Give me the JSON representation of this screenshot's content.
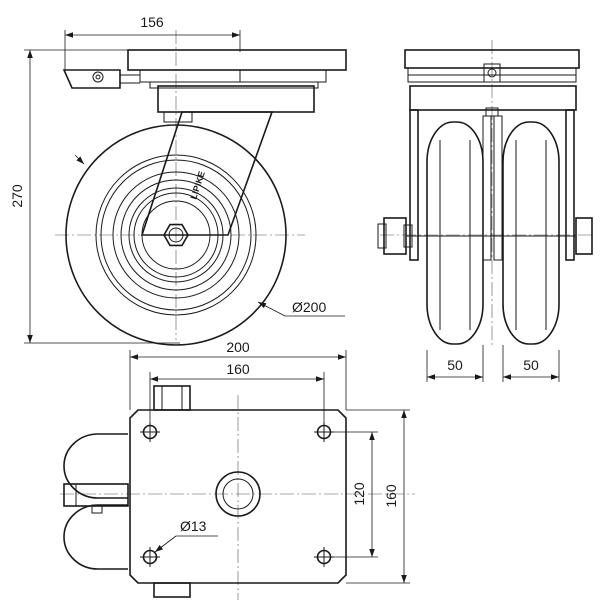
{
  "dimensions": {
    "top_plate_width": "156",
    "total_height": "270",
    "wheel_diameter": "Ø200",
    "wheel_width_left": "50",
    "wheel_width_right": "50",
    "plate_length": "200",
    "bolt_spacing_length": "160",
    "bolt_spacing_width": "120",
    "plate_width": "160",
    "bolt_hole_diameter": "Ø13"
  },
  "logo_text": "LIPIKE"
}
